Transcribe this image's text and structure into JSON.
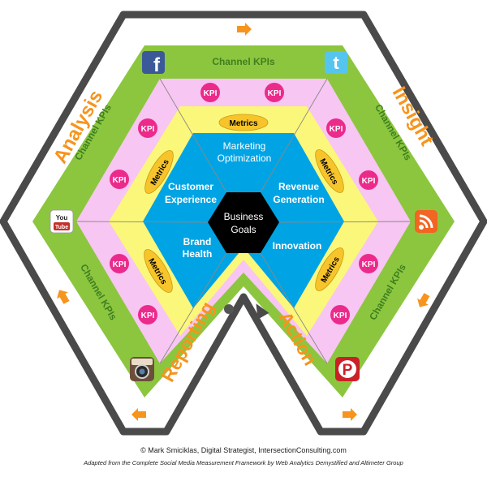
{
  "center": {
    "line1": "Business",
    "line2": "Goals"
  },
  "segments": {
    "top": {
      "line1": "Marketing",
      "line2": "Optimization"
    },
    "upper_right": {
      "line1": "Revenue",
      "line2": "Generation"
    },
    "lower_right": {
      "line1": "Innovation"
    },
    "lower_left": {
      "line1": "Brand",
      "line2": "Health"
    },
    "upper_left": {
      "line1": "Customer",
      "line2": "Experience"
    }
  },
  "metrics_label": "Metrics",
  "kpi_label": "KPI",
  "channel_kpis_label": "Channel KPIs",
  "cycle": {
    "analysis": "Analysis",
    "insight": "Insight",
    "action": "Action",
    "reporting": "Reporting"
  },
  "icons": {
    "facebook": {
      "letter": "f",
      "color": "#3b5998"
    },
    "twitter": {
      "letter": "t",
      "color": "#55c5ef"
    },
    "youtube": {
      "line1": "You",
      "line2": "Tube",
      "color": "#c4302b"
    },
    "rss": {
      "color": "#f26522"
    },
    "instagram": {
      "color": "#6b4f3a"
    },
    "pinterest": {
      "letter": "P",
      "color": "#cb2027"
    }
  },
  "colors": {
    "outer_line": "#4a4a4a",
    "green": "#8cc63f",
    "green_text": "#3f7f1f",
    "pink": "#f7c6f2",
    "yellow": "#fbf77a",
    "blue": "#00a4e4",
    "kpi_circle": "#ec2a8b",
    "metrics_oval": "#f7c52b",
    "orange": "#f7941d",
    "divider": "#888888"
  },
  "credits": {
    "line1": "© Mark Smiciklas, Digital Strategist, IntersectionConsulting.com",
    "line2": "Adapted from the Complete Social Media Measurement Framework by Web Analytics Demystified and Altimeter Group"
  }
}
